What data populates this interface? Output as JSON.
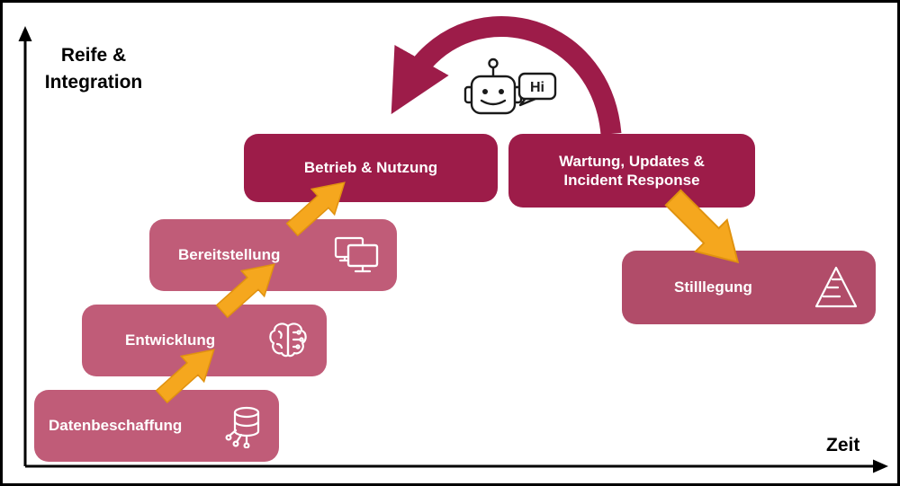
{
  "title": "AI / Daten Lebenszyklus Diagramm",
  "colors": {
    "rose": "#C05C78",
    "maroon": "#9D1C49",
    "rose_dark": "#B14C69",
    "arrow_yellow": "#F5A71E",
    "axis_black": "#000000"
  },
  "axes": {
    "y_label_line1": "Reife &",
    "y_label_line2": "Integration",
    "x_label": "Zeit"
  },
  "stages": [
    {
      "label": "Datenbeschaffung",
      "icon": "database-network-icon",
      "color": "#C05C78"
    },
    {
      "label": "Entwicklung",
      "icon": "brain-icon",
      "color": "#C05C78"
    },
    {
      "label": "Bereitstellung",
      "icon": "monitors-icon",
      "color": "#C05C78"
    },
    {
      "label": "Betrieb & Nutzung",
      "icon": "",
      "color": "#9D1C49"
    },
    {
      "label": "Wartung, Updates & Incident Response",
      "icon": "",
      "color": "#9D1C49"
    },
    {
      "label": "Stilllegung",
      "icon": "pyramid-icon",
      "color": "#B14C69"
    }
  ],
  "robot": {
    "speech": "Hi"
  }
}
